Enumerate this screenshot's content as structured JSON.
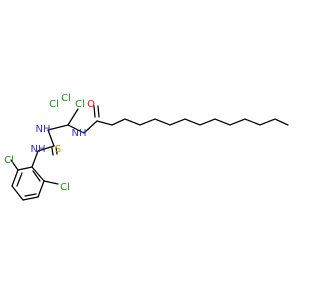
{
  "molecule": {
    "atoms": {
      "cl1": "Cl",
      "cl2": "Cl",
      "cl3": "Cl",
      "o": "O",
      "nh_left": "NH",
      "nh_right": "NH",
      "nh_bottom": "NH",
      "s": "S",
      "cl_ring_top": "Cl",
      "cl_ring_bottom": "Cl"
    },
    "colors": {
      "bond": "#000000",
      "chlorine": "#1f8f1f",
      "oxygen": "#ff0000",
      "nitrogen": "#3333cc",
      "sulfur": "#b8a000"
    }
  }
}
